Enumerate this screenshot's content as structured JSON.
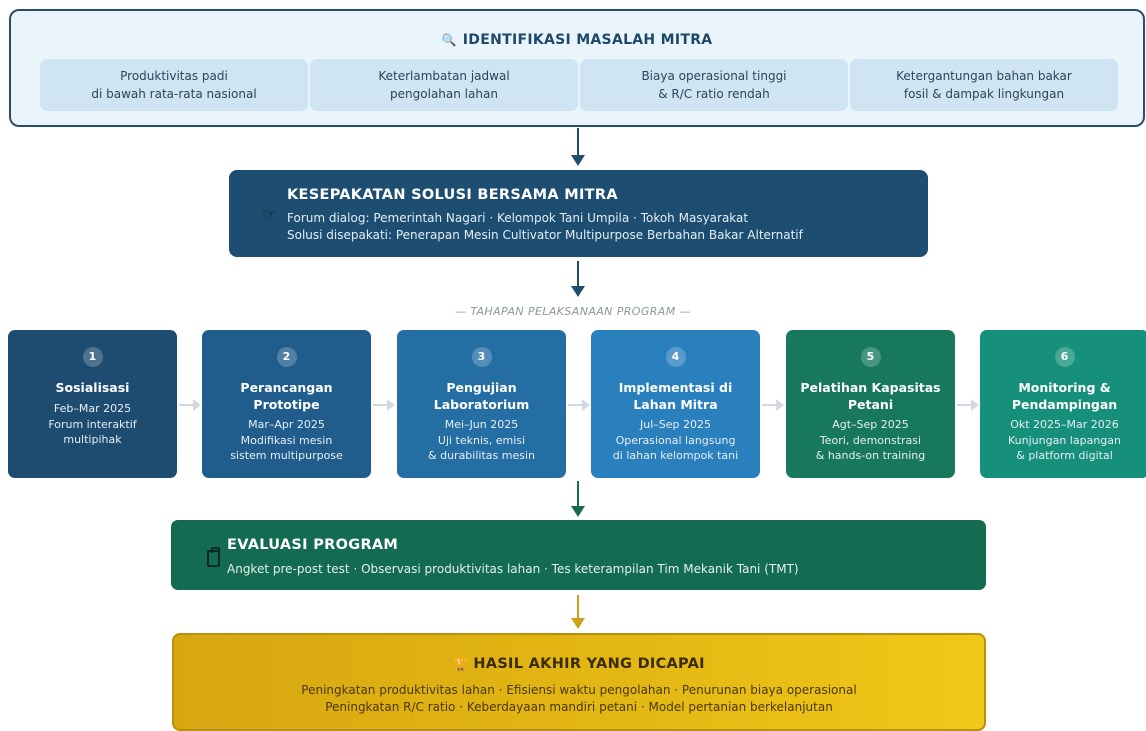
{
  "identification": {
    "icon": "magnifier-icon",
    "title": "IDENTIFIKASI MASALAH MITRA",
    "problems": [
      "Produktivitas padi\ndi bawah rata-rata nasional",
      "Keterlambatan jadwal\npengolahan lahan",
      "Biaya operasional tinggi\n& R/C ratio rendah",
      "Ketergantungan bahan bakar\nfosil & dampak lingkungan"
    ]
  },
  "solution": {
    "icon": "handshake-icon",
    "title": "KESEPAKATAN SOLUSI BERSAMA MITRA",
    "forum": "Forum dialog: Pemerintah Nagari · Kelompok Tani Umpila · Tokoh Masyarakat",
    "agreed": "Solusi disepakati: Penerapan Mesin Cultivator Multipurpose Berbahan Bakar Alternatif"
  },
  "stage_label": "— TAHAPAN PELAKSANAAN PROGRAM —",
  "steps": [
    {
      "num": "1",
      "title": "Sosialisasi",
      "date": "Feb–Mar 2025",
      "desc": "Forum interaktif\nmultipihak",
      "color": "#1e4c70"
    },
    {
      "num": "2",
      "title": "Perancangan\nPrototipe",
      "date": "Mar–Apr 2025",
      "desc": "Modifikasi mesin\nsistem multipurpose",
      "color": "#205d8c"
    },
    {
      "num": "3",
      "title": "Pengujian\nLaboratorium",
      "date": "Mei–Jun 2025",
      "desc": "Uji teknis, emisi\n& durabilitas mesin",
      "color": "#246ea4"
    },
    {
      "num": "4",
      "title": "Implementasi di\nLahan Mitra",
      "date": "Jul–Sep 2025",
      "desc": "Operasional langsung\ndi lahan kelompok tani",
      "color": "#2a7fbd"
    },
    {
      "num": "5",
      "title": "Pelatihan Kapasitas\nPetani",
      "date": "Agt–Sep 2025",
      "desc": "Teori, demonstrasi\n& hands-on training",
      "color": "#17785c"
    },
    {
      "num": "6",
      "title": "Monitoring &\nPendampingan",
      "date": "Okt 2025–Mar 2026",
      "desc": "Kunjungan lapangan\n& platform digital",
      "color": "#16907a"
    }
  ],
  "evaluation": {
    "icon": "clipboard-icon",
    "title": "EVALUASI PROGRAM",
    "methods": "Angket pre-post test · Observasi produktivitas lahan · Tes keterampilan Tim Mekanik Tani (TMT)"
  },
  "result": {
    "icon": "trophy-icon",
    "title": "HASIL AKHIR YANG DICAPAI",
    "line1": "Peningkatan produktivitas lahan  ·  Efisiensi waktu pengolahan  ·  Penurunan biaya operasional",
    "line2": "Peningkatan R/C ratio  ·  Keberdayaan mandiri petani  ·  Model pertanian berkelanjutan"
  },
  "colors": {
    "arrow_blue": "#234d6d",
    "arrow_green": "#1a6b54",
    "arrow_gold": "#c9a21a"
  }
}
